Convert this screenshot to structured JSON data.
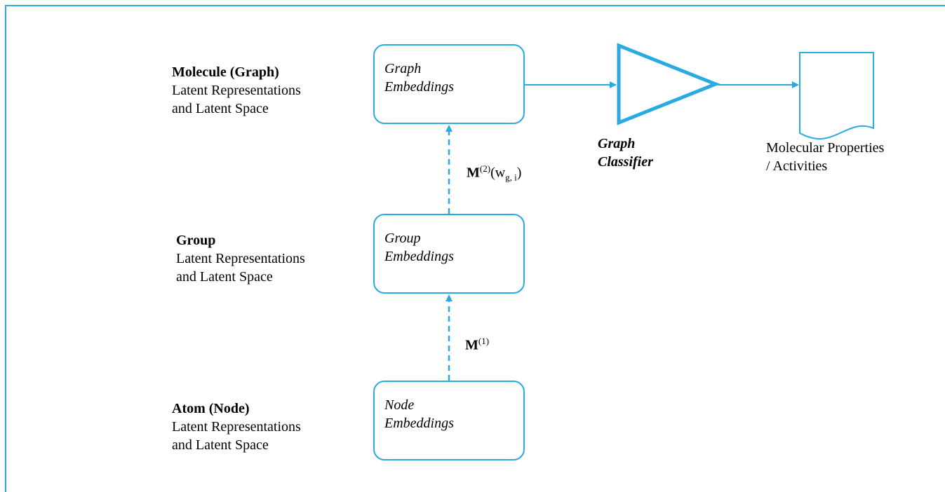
{
  "levels": {
    "molecule": {
      "title": "Molecule (Graph)",
      "line1": "Latent Representations",
      "line2": "and Latent Space"
    },
    "group": {
      "title": "Group",
      "line1": "Latent Representations",
      "line2": "and Latent Space"
    },
    "atom": {
      "title": "Atom (Node)",
      "line1": "Latent Representations",
      "line2": "and Latent Space"
    }
  },
  "boxes": {
    "graph": {
      "line1": "Graph",
      "line2": "Embeddings"
    },
    "group": {
      "line1": "Group",
      "line2": "Embeddings"
    },
    "node": {
      "line1": "Node",
      "line2": "Embeddings"
    }
  },
  "edges": {
    "m2": {
      "symbol": "M",
      "sup": "(2)",
      "arg_open": "(w",
      "sub": "g, i",
      "arg_close": ")"
    },
    "m1": {
      "symbol": "M",
      "sup": "(1)"
    }
  },
  "classifier": {
    "line1": "Graph",
    "line2": "Classifier"
  },
  "output": {
    "line1": "Molecular Properties",
    "line2": "/ Activities"
  },
  "colors": {
    "accent": "#29ABE2"
  }
}
